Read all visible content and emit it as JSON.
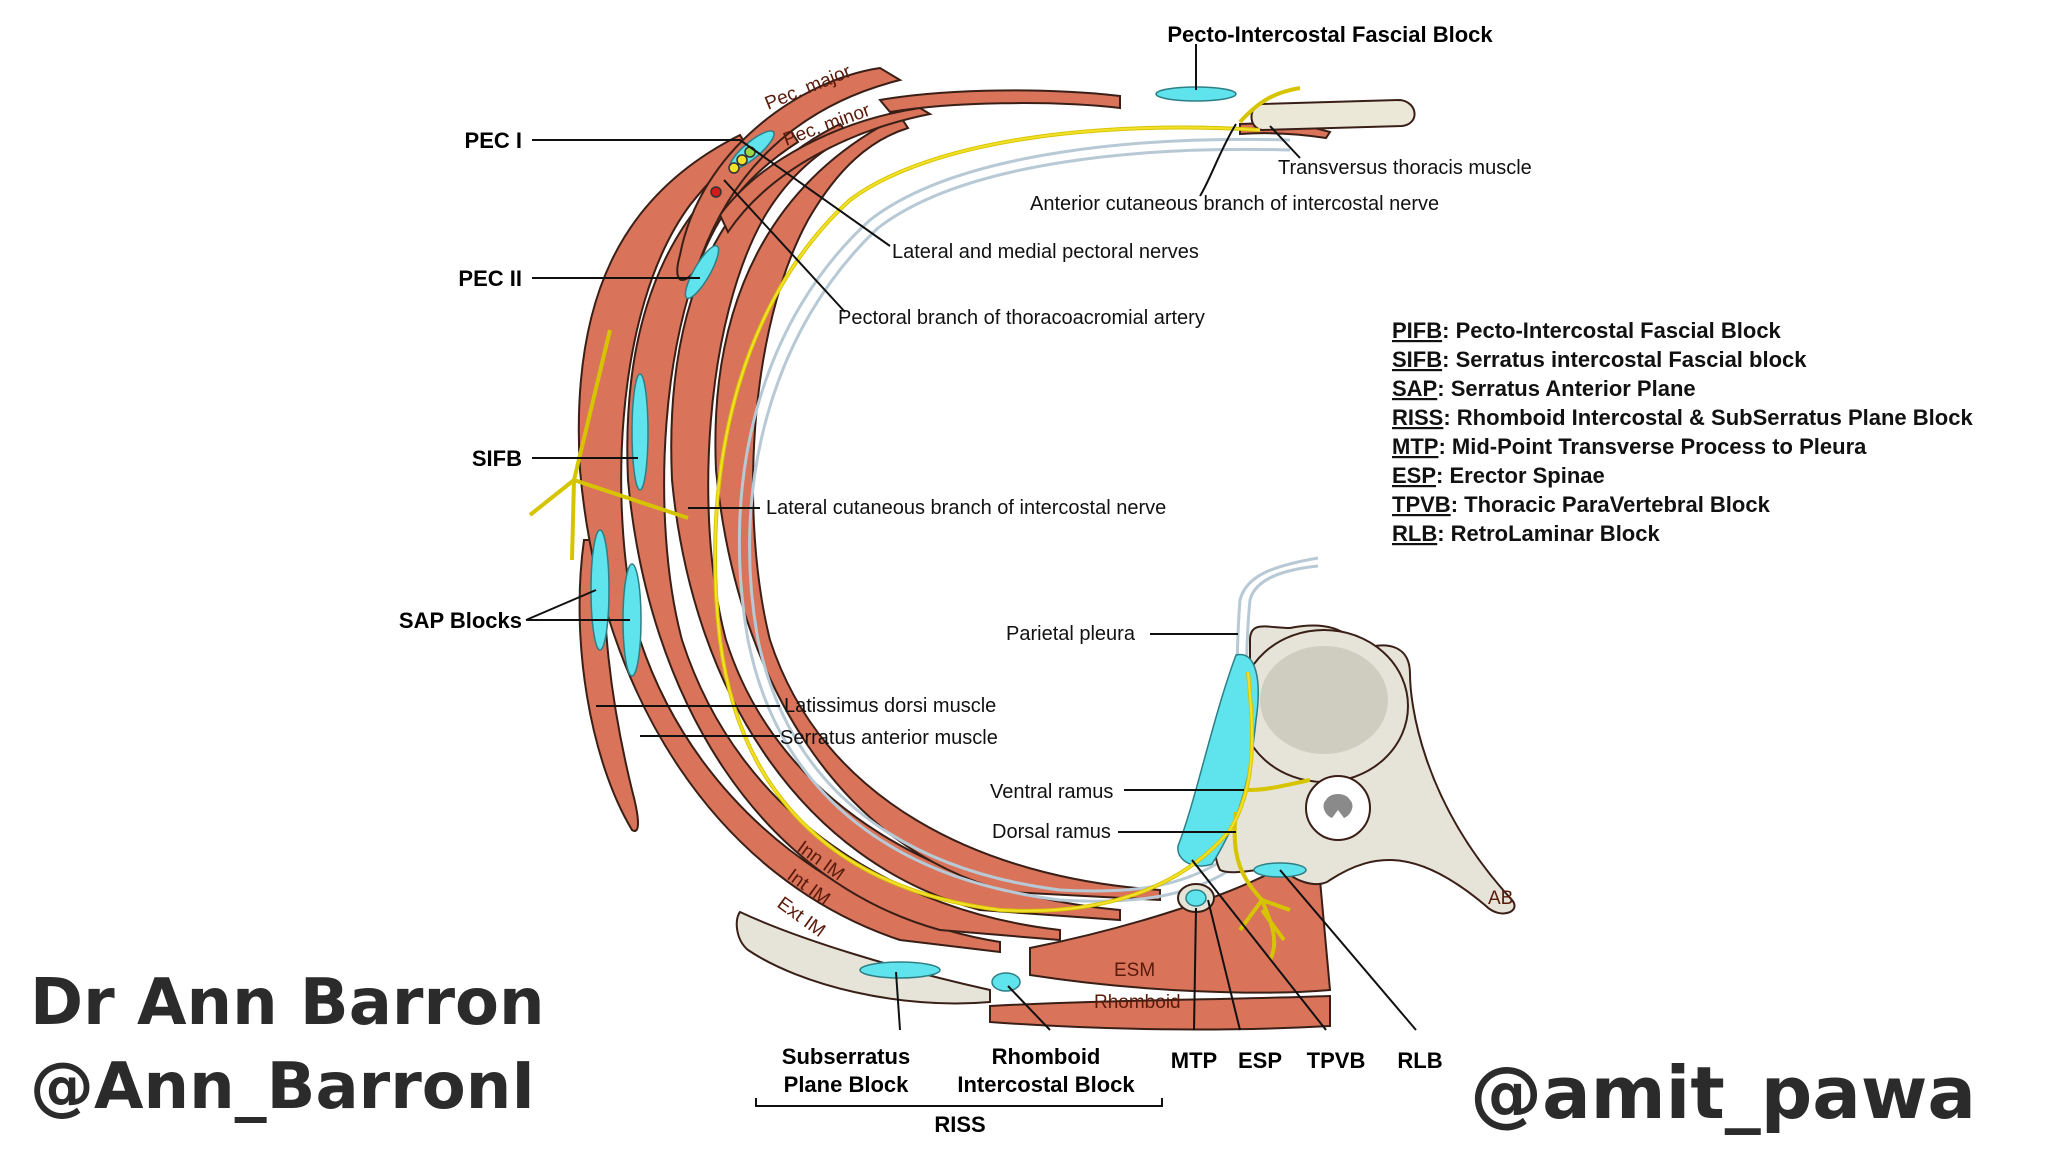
{
  "title": "Pecto-Intercostal Fascial Block",
  "blocks": {
    "pec1": "PEC I",
    "pec2": "PEC II",
    "sifb": "SIFB",
    "sap": "SAP Blocks",
    "subserratus": [
      "Subserratus",
      "Plane Block"
    ],
    "rhomboid": [
      "Rhomboid",
      "Intercostal Block"
    ],
    "mtp": "MTP",
    "esp": "ESP",
    "tpvb": "TPVB",
    "rlb": "RLB",
    "riss": "RISS"
  },
  "labels": {
    "transversus": "Transversus thoracis muscle",
    "anterior_cutaneous": "Anterior cutaneous branch of intercostal nerve",
    "pectoral_nerves": "Lateral and medial pectoral nerves",
    "pectoral_artery": "Pectoral branch of thoracoacromial artery",
    "lateral_cutaneous": "Lateral cutaneous branch of intercostal nerve",
    "parietal_pleura": "Parietal pleura",
    "latissimus": "Latissimus dorsi muscle",
    "serratus": "Serratus anterior muscle",
    "ventral_ramus": "Ventral ramus",
    "dorsal_ramus": "Dorsal ramus"
  },
  "muscle_labels": {
    "pec_major": "Pec. major",
    "pec_minor": "Pec. minor",
    "inn_im": "Inn IM",
    "int_im": "Int IM",
    "ext_im": "Ext IM",
    "esm": "ESM",
    "rhomboid": "Rhomboid",
    "ab": "AB"
  },
  "legend": [
    {
      "abbr": "PIFB",
      "text": ": Pecto-Intercostal Fascial Block"
    },
    {
      "abbr": "SIFB",
      "text": ": Serratus intercostal Fascial block"
    },
    {
      "abbr": "SAP",
      "text": ": Serratus Anterior Plane"
    },
    {
      "abbr": "RISS",
      "text": ": Rhomboid Intercostal & SubSerratus Plane Block"
    },
    {
      "abbr": "MTP",
      "text": ": Mid-Point Transverse Process to Pleura"
    },
    {
      "abbr": "ESP",
      "text": ": Erector Spinae"
    },
    {
      "abbr": "TPVB",
      "text": ": Thoracic ParaVertebral Block"
    },
    {
      "abbr": "RLB",
      "text": ": RetroLaminar Block"
    }
  ],
  "credits": {
    "author_name": "Dr Ann Barron",
    "author_handle": "@Ann_BarronI",
    "amit_handle": "@amit_pawa"
  },
  "colors": {
    "muscle": "#d9735a",
    "muscle_stroke": "#3a1f17",
    "block": "#5fe3ec",
    "nerve": "#f2e12a",
    "pleura": "#b8c9d6",
    "bone": "#e6e4d8",
    "vertebral_body": "#cfcdc0"
  }
}
